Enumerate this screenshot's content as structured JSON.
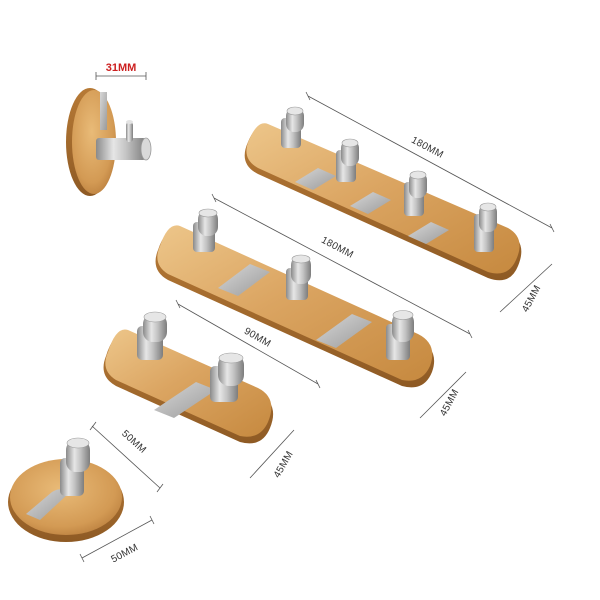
{
  "photo": {
    "background": "#ffffff",
    "colors": {
      "bamboo_light": "#e6b978",
      "bamboo_mid": "#d49a52",
      "bamboo_dark": "#a86a2c",
      "steel_light": "#e9e9e9",
      "steel_mid": "#b8b8b8",
      "steel_dark": "#7f7f7f",
      "dim_line": "#555555",
      "accent_red": "#cc1f1f"
    },
    "products": [
      {
        "name": "single-round-hook",
        "hook_count": 1
      },
      {
        "name": "four-hook-rack",
        "hook_count": 4
      },
      {
        "name": "three-hook-rack",
        "hook_count": 3
      },
      {
        "name": "two-hook-rack",
        "hook_count": 2
      },
      {
        "name": "round-base-hook",
        "hook_count": 1
      }
    ],
    "dimensions": {
      "single_hook_depth": "31MM",
      "four_hook_length": "180MM",
      "four_hook_width": "45MM",
      "three_hook_length": "180MM",
      "three_hook_width": "45MM",
      "two_hook_length": "90MM",
      "two_hook_width": "45MM",
      "round_height": "50MM",
      "round_width": "50MM"
    }
  }
}
